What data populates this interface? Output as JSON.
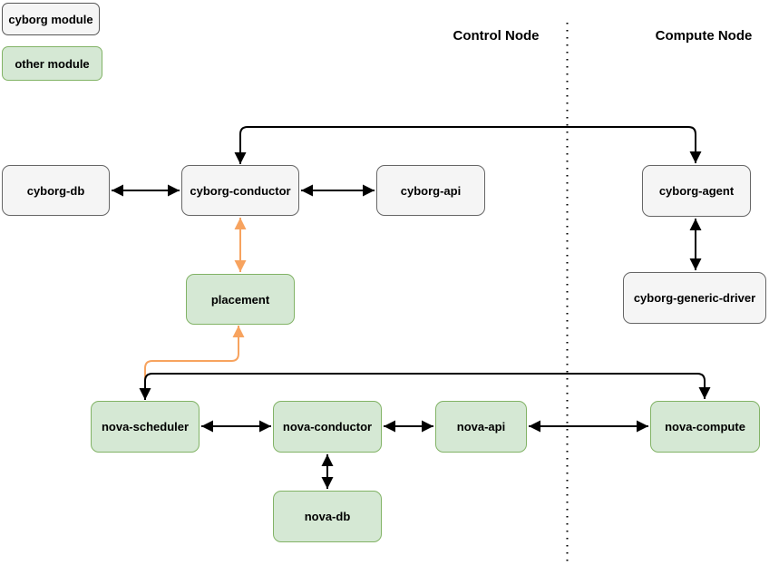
{
  "legend": {
    "items": [
      {
        "label": "cyborg module",
        "type": "cyborg"
      },
      {
        "label": "other module",
        "type": "other"
      }
    ]
  },
  "headers": {
    "left": "Control Node",
    "right": "Compute Node"
  },
  "nodes": [
    {
      "id": "cyborg-db",
      "label": "cyborg-db",
      "type": "cyborg"
    },
    {
      "id": "cyborg-conductor",
      "label": "cyborg-conductor",
      "type": "cyborg"
    },
    {
      "id": "cyborg-api",
      "label": "cyborg-api",
      "type": "cyborg"
    },
    {
      "id": "cyborg-agent",
      "label": "cyborg-agent",
      "type": "cyborg"
    },
    {
      "id": "cyborg-generic-driver",
      "label": "cyborg-generic-driver",
      "type": "cyborg"
    },
    {
      "id": "placement",
      "label": "placement",
      "type": "other"
    },
    {
      "id": "nova-scheduler",
      "label": "nova-scheduler",
      "type": "other"
    },
    {
      "id": "nova-conductor",
      "label": "nova-conductor",
      "type": "other"
    },
    {
      "id": "nova-api",
      "label": "nova-api",
      "type": "other"
    },
    {
      "id": "nova-compute",
      "label": "nova-compute",
      "type": "other"
    },
    {
      "id": "nova-db",
      "label": "nova-db",
      "type": "other"
    }
  ],
  "edges": [
    {
      "from": "cyborg-db",
      "to": "cyborg-conductor",
      "direction": "both",
      "color": "black"
    },
    {
      "from": "cyborg-conductor",
      "to": "cyborg-api",
      "direction": "both",
      "color": "black"
    },
    {
      "from": "cyborg-conductor",
      "to": "cyborg-agent",
      "direction": "both",
      "color": "black",
      "route": "over-top"
    },
    {
      "from": "cyborg-agent",
      "to": "cyborg-generic-driver",
      "direction": "both",
      "color": "black"
    },
    {
      "from": "cyborg-conductor",
      "to": "placement",
      "direction": "both",
      "color": "orange"
    },
    {
      "from": "nova-scheduler",
      "to": "placement",
      "direction": "up",
      "color": "orange",
      "route": "elbow"
    },
    {
      "from": "nova-scheduler",
      "to": "nova-compute",
      "direction": "both",
      "color": "black",
      "route": "over-top"
    },
    {
      "from": "nova-scheduler",
      "to": "nova-conductor",
      "direction": "both",
      "color": "black"
    },
    {
      "from": "nova-conductor",
      "to": "nova-api",
      "direction": "both",
      "color": "black"
    },
    {
      "from": "nova-api",
      "to": "nova-compute",
      "direction": "both",
      "color": "black"
    },
    {
      "from": "nova-conductor",
      "to": "nova-db",
      "direction": "both",
      "color": "black"
    }
  ],
  "colors": {
    "cyborg_fill": "#f5f5f5",
    "cyborg_border": "#666666",
    "other_fill": "#d5e8d4",
    "other_border": "#82b366",
    "edge_black": "#000000",
    "edge_orange": "#f7a35f"
  }
}
